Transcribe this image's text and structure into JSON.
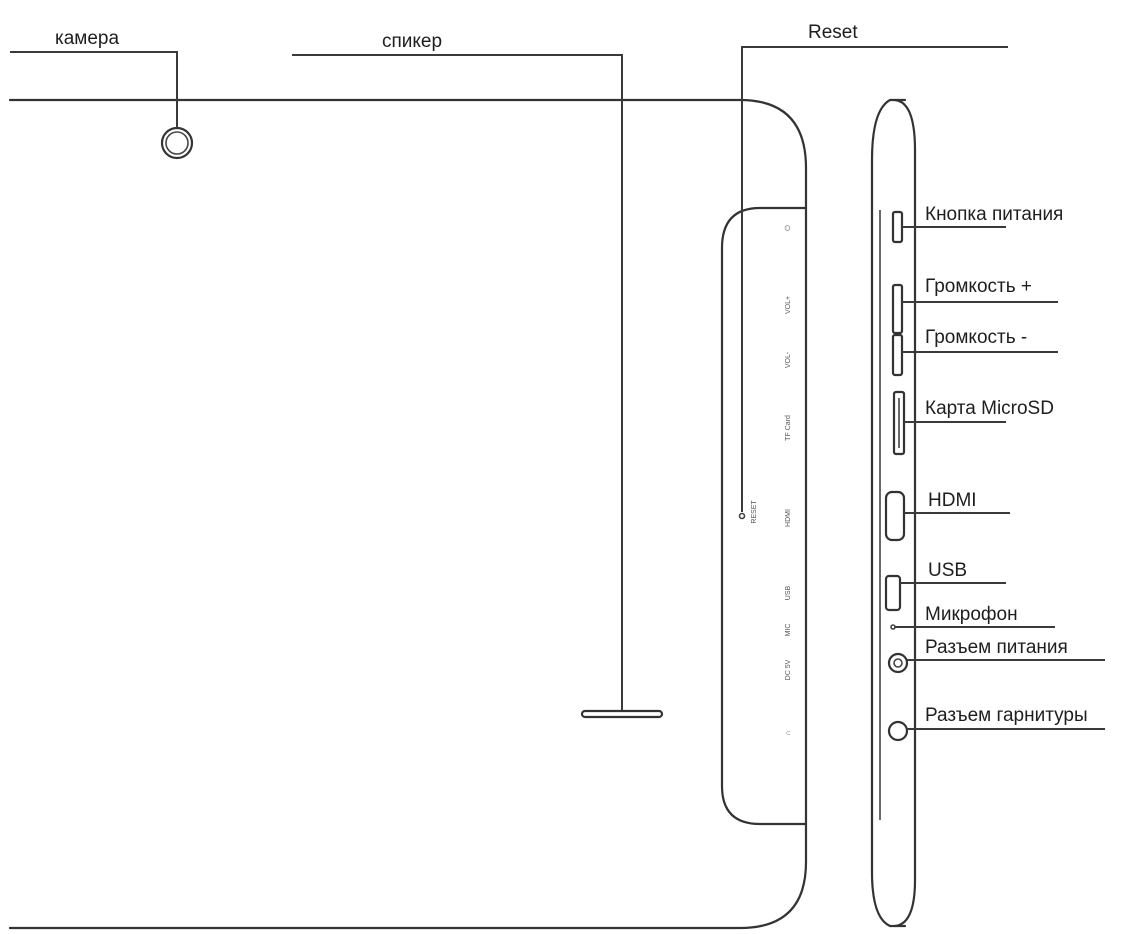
{
  "labels": {
    "camera": "камера",
    "speaker": "спикер",
    "reset": "Reset",
    "power_button": "Кнопка питания",
    "volume_up": "Громкость +",
    "volume_down": "Громкость -",
    "microsd": "Карта MicroSD",
    "hdmi": "HDMI",
    "usb": "USB",
    "microphone": "Микрофон",
    "power_jack": "Разъем питания",
    "headset_jack": "Разъем гарнитуры"
  },
  "port_markings": {
    "power": "⏻",
    "vol_plus": "VOL+",
    "vol_minus": "VOL-",
    "tf_card": "TF Card",
    "reset": "RESET",
    "hdmi": "HDMI",
    "usb": "USB",
    "mic": "MIC",
    "dc": "DC 5V",
    "headphone": "∩"
  },
  "colors": {
    "line": "#333333",
    "text": "#1e1e1e",
    "background": "#ffffff"
  }
}
